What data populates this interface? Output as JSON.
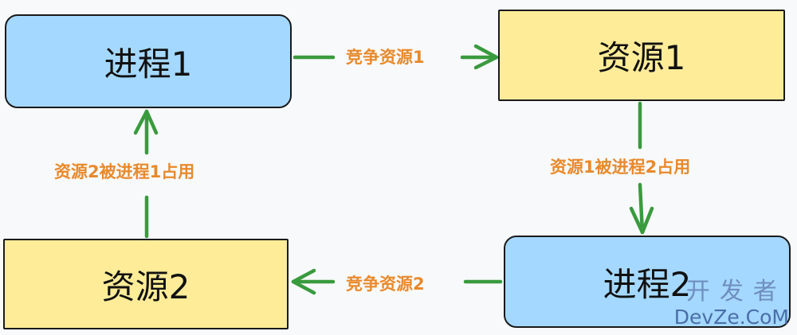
{
  "nodes": {
    "process_1": "进程1",
    "resource_1": "资源1",
    "resource_2": "资源2",
    "process_2": "进程2"
  },
  "edges": {
    "compete_1": "竞争资源1",
    "resource_1_held": "资源1被进程2占用",
    "compete_2": "竞争资源2",
    "resource_2_held": "资源2被进程1占用"
  },
  "watermark": {
    "cn": "开发者",
    "en": "DevZe.CoM"
  },
  "colors": {
    "process_fill": "#a5d8ff",
    "resource_fill": "#ffec99",
    "arrow": "#3a9a3e",
    "label": "#e8892c"
  }
}
